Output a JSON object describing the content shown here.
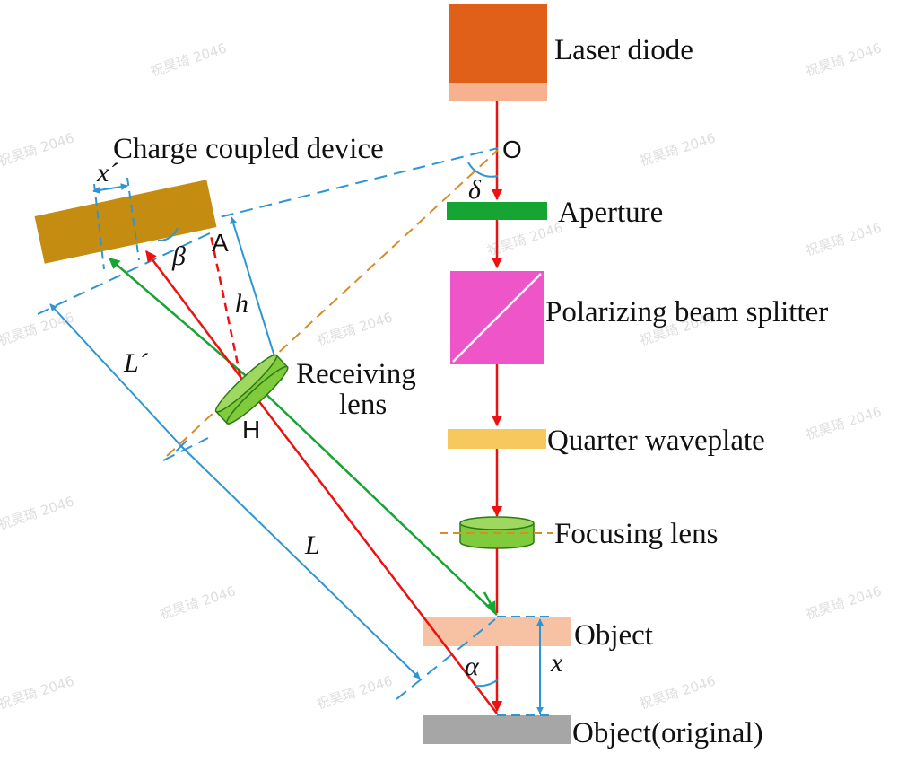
{
  "labels": {
    "laser_diode": "Laser diode",
    "aperture": "Aperture",
    "pbs": "Polarizing beam splitter",
    "quarter_waveplate": "Quarter waveplate",
    "focusing_lens": "Focusing lens",
    "object": "Object",
    "object_original": "Object(original)",
    "ccd": "Charge coupled device",
    "receiving_lens_1": "Receiving",
    "receiving_lens_2": "lens"
  },
  "points": {
    "O": "O",
    "A": "A",
    "H": "H"
  },
  "symbols": {
    "delta": "δ",
    "beta": "β",
    "alpha": "α",
    "h": "h",
    "x": "x",
    "x_prime": "x´",
    "L": "L",
    "L_prime": "L´"
  },
  "watermark": "祝昊琦 2046",
  "colors": {
    "laser_body": "#e0601a",
    "laser_window": "#f6b28e",
    "aperture": "#16a432",
    "pbs": "#ee55c8",
    "waveplate": "#f7c85e",
    "lens": "#7fcb3c",
    "object": "#f7c2a4",
    "object_original": "#a6a6a6",
    "ccd": "#c58c12",
    "beam_red": "#ee1111",
    "beam_green": "#16a432",
    "dim_blue": "#2e95d3",
    "axis_orange": "#d98c26"
  }
}
